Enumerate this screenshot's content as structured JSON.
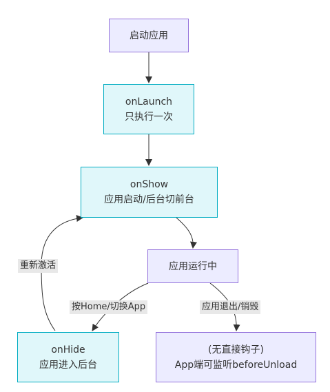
{
  "nodes": {
    "start": {
      "line1": "启动应用"
    },
    "launch": {
      "line1": "onLaunch",
      "line2": "只执行一次"
    },
    "show": {
      "line1": "onShow",
      "line2": "应用启动/后台切前台"
    },
    "running": {
      "line1": "应用运行中"
    },
    "hide": {
      "line1": "onHide",
      "line2": "应用进入后台"
    },
    "exit": {
      "line1": "(无直接钩子)",
      "line2": "App端可监听beforeUnload"
    }
  },
  "edges": {
    "reactivate": "重新激活",
    "to_background": "按Home/切换App",
    "app_exit": "应用退出/销毁"
  },
  "colors": {
    "purple_fill": "#ECECFF",
    "purple_border": "#9370DB",
    "cyan_fill": "#E0F7FA",
    "cyan_border": "#00ACC1",
    "edge_line": "#333333",
    "edge_label_bg": "#E8E8E8"
  }
}
